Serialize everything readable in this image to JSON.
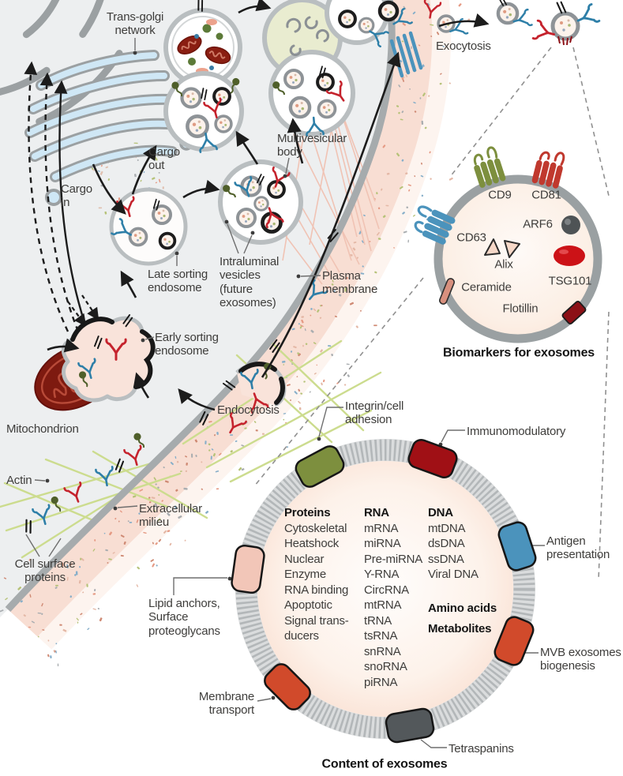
{
  "colors": {
    "membrane_gray": "#a6abad",
    "cell_fill": "#edeff0",
    "milieu_pink": "#f8dcd1",
    "golgi_blue": "#cfe7f5",
    "mito_red": "#7e1a10",
    "actin_green": "#ccdc8e",
    "antibody_red": "#c5232d",
    "antibody_blue": "#2e7fa8",
    "receptor_olive": "#4f5f2a",
    "tetraspanin_green": "#7d8f3e",
    "tetraspanin_red": "#c0392e",
    "tetraspanin_blue": "#4b93bc",
    "arf6_gray": "#4e5355",
    "tsg101_red": "#cc1217",
    "flotillin_darkred": "#8c1016",
    "ceramide_salmon": "#d8907e",
    "alix_pink": "#f6d8c8",
    "integrin_green": "#7d8f3e",
    "immunomodulatory_red": "#a01015",
    "antigen_blue": "#4b93bc",
    "mvb_orange": "#d14a2b",
    "tetraspanins_gray": "#53585b",
    "lipid_pink": "#f2c6b8"
  },
  "cell": {
    "labels": {
      "trans_golgi": "Trans-golgi\nnetwork",
      "cargo_in": "Cargo\nin",
      "cargo_out": "Cargo\nout",
      "multivesicular_body": "Multivesicular\nbody",
      "exocytosis": "Exocytosis",
      "late_sorting_endosome": "Late sorting\nendosome",
      "intraluminal_vesicles": "Intraluminal\nvesicles\n(future\nexosomes)",
      "plasma_membrane": "Plasma\nmembrane",
      "early_sorting_endosome": "Early sorting\nendosome",
      "endocytosis": "Endocytosis",
      "mitochondrion": "Mitochondrion",
      "actin": "Actin",
      "extracellular_milieu": "Extracellular\nmilieu",
      "cell_surface_proteins": "Cell surface\nproteins"
    }
  },
  "biomarkers": {
    "caption": "Biomarkers for exosomes",
    "items": {
      "cd9": "CD9",
      "cd81": "CD81",
      "cd63": "CD63",
      "arf6": "ARF6",
      "alix": "Alix",
      "tsg101": "TSG101",
      "ceramide": "Ceramide",
      "flotillin": "Flotillin"
    }
  },
  "content": {
    "caption": "Content of exosomes",
    "columns": {
      "proteins": {
        "header": "Proteins",
        "items": [
          "Cytoskeletal",
          "Heatshock",
          "Nuclear",
          "Enzyme",
          "RNA binding",
          "Apoptotic",
          "Signal trans-",
          "ducers"
        ]
      },
      "rna": {
        "header": "RNA",
        "items": [
          "mRNA",
          "miRNA",
          "Pre-miRNA",
          "Y-RNA",
          "CircRNA",
          "mtRNA",
          "tRNA",
          "tsRNA",
          "snRNA",
          "snoRNA",
          "piRNA"
        ]
      },
      "dna": {
        "header": "DNA",
        "items": [
          "mtDNA",
          "dsDNA",
          "ssDNA",
          "Viral DNA"
        ]
      }
    },
    "extra_headers": {
      "amino_acids": "Amino acids",
      "metabolites": "Metabolites"
    },
    "membrane_proteins": {
      "integrin": "Integrin/cell\nadhesion",
      "immunomodulatory": "Immunomodulatory",
      "antigen": "Antigen\npresentation",
      "mvb": "MVB exosomes\nbiogenesis",
      "tetraspanins": "Tetraspanins",
      "membrane_transport": "Membrane\ntransport",
      "lipid_anchors": "Lipid anchors,\nSurface\nproteoglycans"
    }
  }
}
